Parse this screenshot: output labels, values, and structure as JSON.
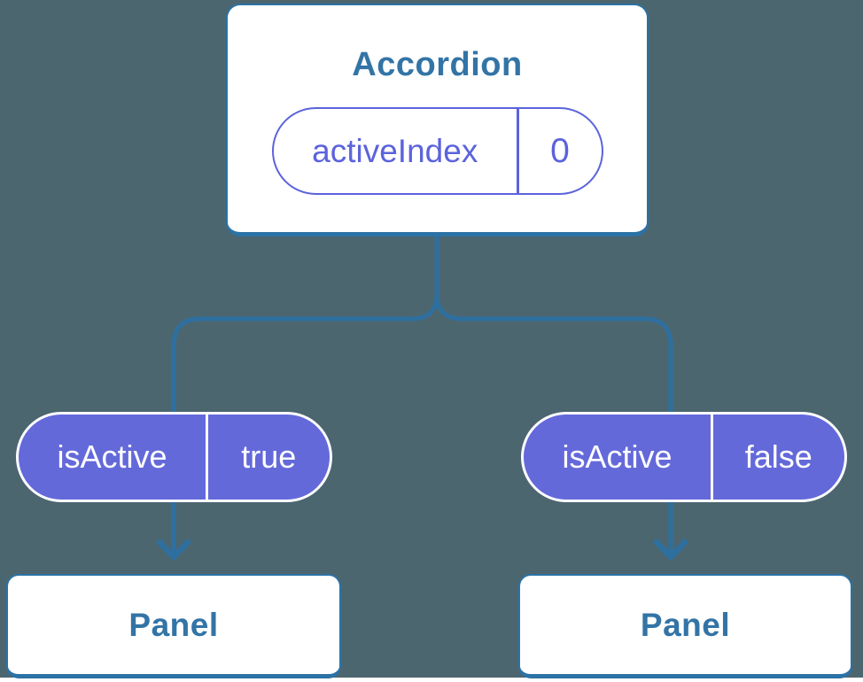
{
  "diagram": {
    "type": "component-tree",
    "root": {
      "title": "Accordion",
      "state": {
        "name": "activeIndex",
        "value": "0"
      }
    },
    "props": [
      {
        "name": "isActive",
        "value": "true"
      },
      {
        "name": "isActive",
        "value": "false"
      }
    ],
    "children": [
      {
        "title": "Panel"
      },
      {
        "title": "Panel"
      }
    ]
  },
  "colors": {
    "bg_page": "#ffffff",
    "bg_slate": "#4c6670",
    "border_blue": "#2b72a6",
    "line_blue": "#2d70a0",
    "heading_blue": "#3374a6",
    "pill_indigo": "#6469da",
    "purple": "#5c63dc",
    "white": "#ffffff"
  }
}
